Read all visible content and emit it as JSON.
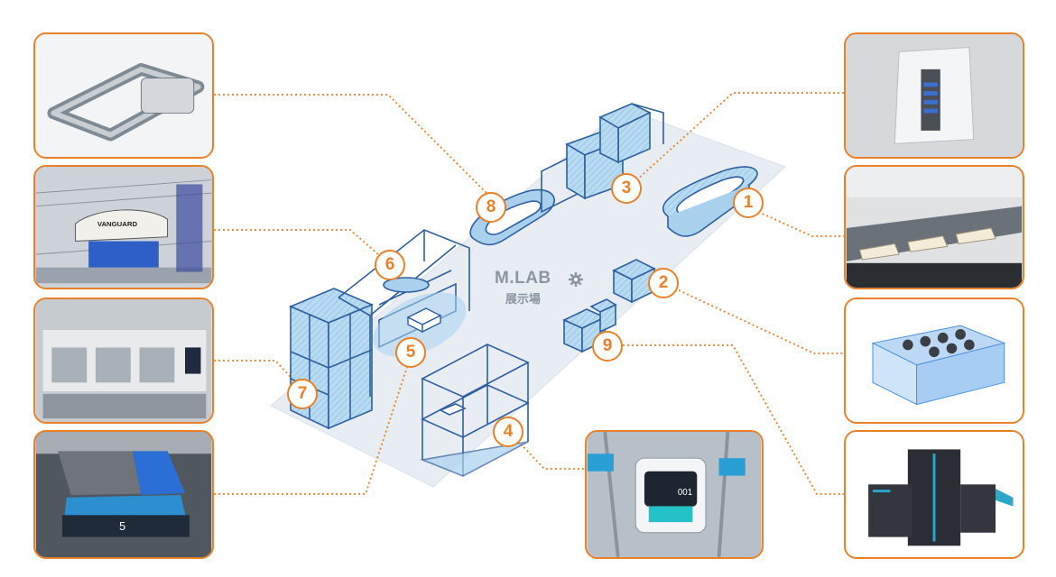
{
  "logo": {
    "title": "M.LAB",
    "subtitle": "展示場"
  },
  "markers": [
    {
      "id": "marker-1",
      "label": "1"
    },
    {
      "id": "marker-2",
      "label": "2"
    },
    {
      "id": "marker-3",
      "label": "3"
    },
    {
      "id": "marker-4",
      "label": "4"
    },
    {
      "id": "marker-5",
      "label": "5"
    },
    {
      "id": "marker-6",
      "label": "6"
    },
    {
      "id": "marker-7",
      "label": "7"
    },
    {
      "id": "marker-8",
      "label": "8"
    },
    {
      "id": "marker-9",
      "label": "9"
    }
  ],
  "photos": {
    "robot_box_number": "5",
    "terminal_display": "001",
    "shuttle_brand": "VANGUARD"
  },
  "colors": {
    "accent": "#e8812a",
    "blueprint": "#2f5f9e",
    "fill": "#a9d1ee",
    "floor": "#e9eef3"
  }
}
